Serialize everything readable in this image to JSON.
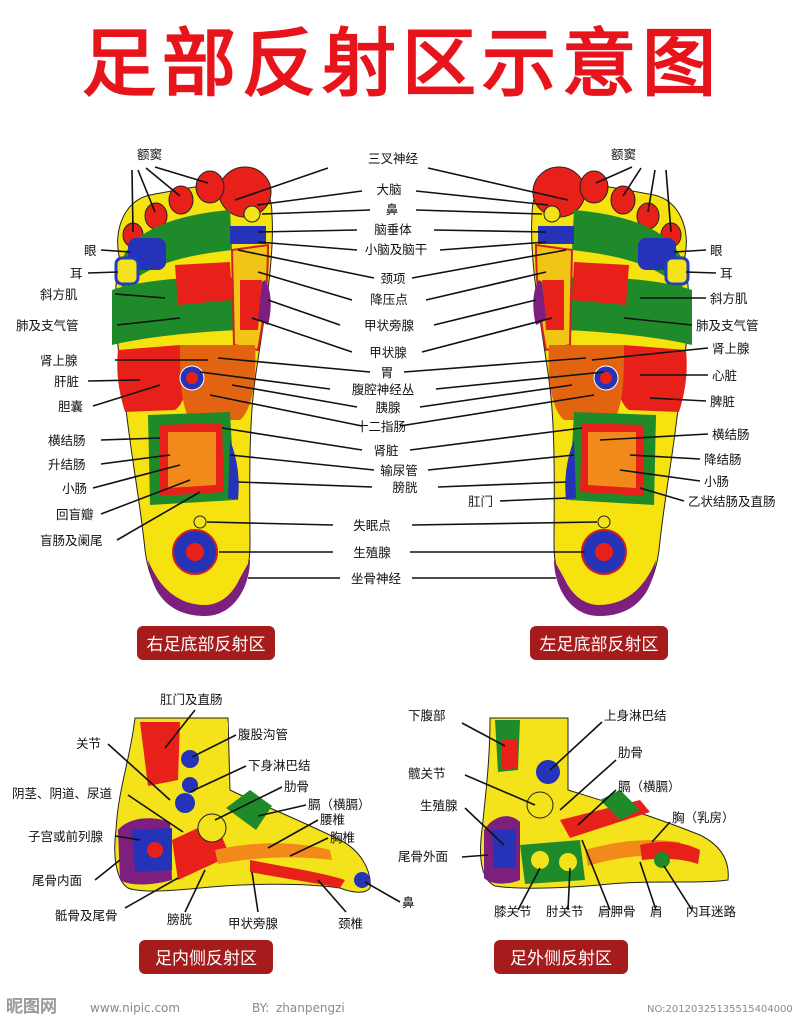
{
  "title": "足部反射区示意图",
  "sections": {
    "right_sole": "右足底部反射区",
    "left_sole": "左足底部反射区",
    "inner_side": "足内侧反射区",
    "outer_side": "足外侧反射区"
  },
  "right_sole_labels": {
    "sinus": "额窦",
    "eye": "眼",
    "ear": "耳",
    "trapezius": "斜方肌",
    "lung": "肺及支气管",
    "adrenal": "肾上腺",
    "liver": "肝脏",
    "gallbladder": "胆囊",
    "transverse_colon": "横结肠",
    "ascending_colon": "升结肠",
    "small_intestine": "小肠",
    "ileocecal_valve": "回盲瓣",
    "cecum_appendix": "盲肠及阑尾"
  },
  "center_labels": {
    "trigeminal": "三叉神经",
    "brain": "大脑",
    "nose": "鼻",
    "pituitary": "脑垂体",
    "cerebellum": "小脑及脑干",
    "neck": "颈项",
    "bp_point": "降压点",
    "parathyroid": "甲状旁腺",
    "thyroid": "甲状腺",
    "stomach": "胃",
    "celiac_plexus": "腹腔神经丛",
    "pancreas": "胰腺",
    "duodenum": "十二指肠",
    "kidney": "肾脏",
    "ureter": "输尿管",
    "bladder": "膀胱",
    "insomnia": "失眠点",
    "genitals": "生殖腺",
    "sciatic": "坐骨神经"
  },
  "left_sole_labels": {
    "sinus": "额窦",
    "eye": "眼",
    "ear": "耳",
    "trapezius": "斜方肌",
    "lung": "肺及支气管",
    "adrenal": "肾上腺",
    "heart": "心脏",
    "spleen": "脾脏",
    "transverse_colon": "横结肠",
    "descending_colon": "降结肠",
    "small_intestine": "小肠",
    "anus": "肛门",
    "sigmoid": "乙状结肠及直肠"
  },
  "inner_labels": {
    "anus_rectum": "肛门及直肠",
    "joint": "关节",
    "inguinal": "腹股沟管",
    "lower_lymph": "下身淋巴结",
    "urethra": "阴茎、阴道、尿道",
    "rib": "肋骨",
    "diaphragm": "膈（横膈）",
    "lumbar": "腰椎",
    "uterus": "子宫或前列腺",
    "thoracic": "胸椎",
    "coccyx_inner": "尾骨内面",
    "nose": "鼻",
    "sacrum": "骶骨及尾骨",
    "bladder": "膀胱",
    "parathyroid": "甲状旁腺",
    "cervical": "颈椎"
  },
  "outer_labels": {
    "lower_abdomen": "下腹部",
    "upper_lymph": "上身淋巴结",
    "rib": "肋骨",
    "hip": "髋关节",
    "diaphragm": "膈（横膈）",
    "genitals": "生殖腺",
    "chest": "胸（乳房）",
    "coccyx_outer": "尾骨外面",
    "knee": "膝关节",
    "elbow": "肘关节",
    "scapula": "肩胛骨",
    "shoulder": "肩",
    "inner_ear": "内耳迷路"
  },
  "watermark": {
    "logo": "昵图网",
    "site": "www.nipic.com",
    "by": "BY:",
    "author": "zhanpengzi",
    "number": "NO:20120325135515404000"
  }
}
